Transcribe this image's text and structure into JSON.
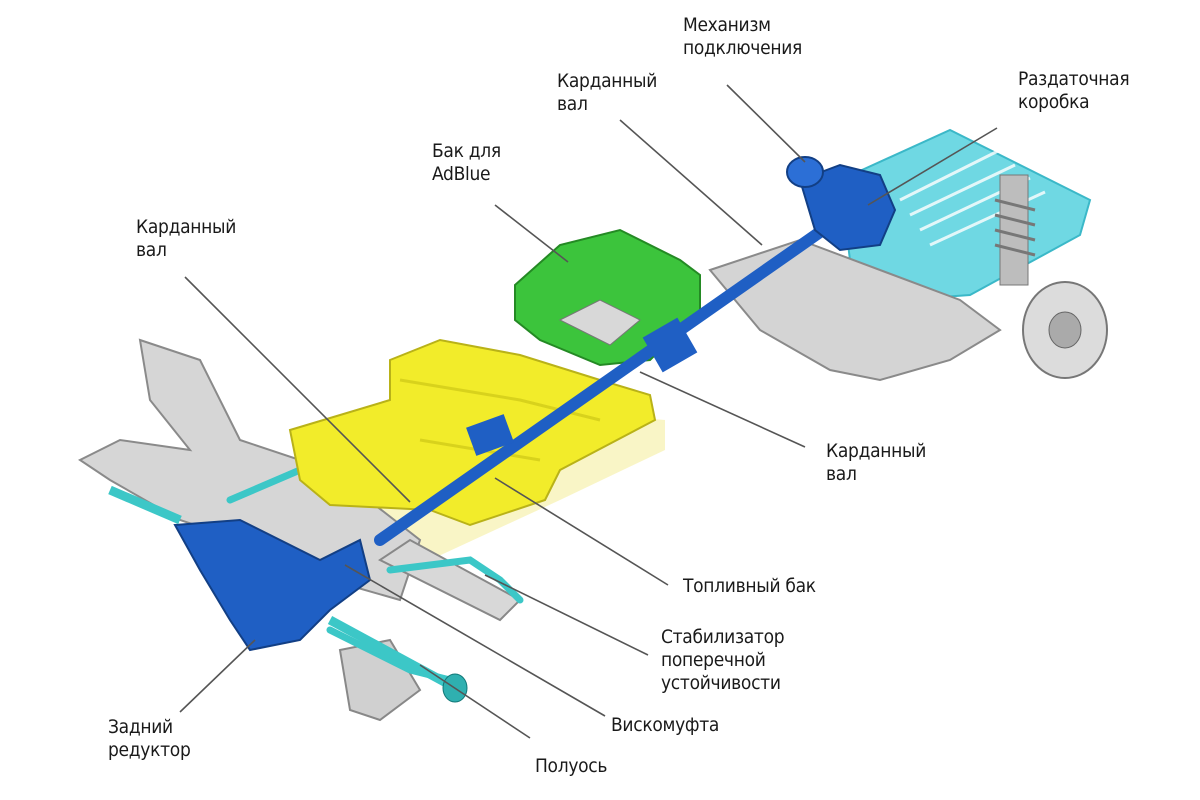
{
  "labels": {
    "engagement_mechanism": "Механизм\nподключения",
    "transfer_case": "Раздаточная\nкоробка",
    "driveshaft_top": "Карданный\nвал",
    "adblue_tank": "Бак для\nAdBlue",
    "driveshaft_left": "Карданный\nвал",
    "driveshaft_right": "Карданный\nвал",
    "fuel_tank": "Топливный бак",
    "stabilizer": "Стабилизатор\nпоперечной\nустойчивости",
    "viscous_coupling": "Вискомуфта",
    "rear_differential": "Задний\nредуктор",
    "half_shaft": "Полуось"
  },
  "colors": {
    "driveline": "#1f5fc4",
    "fuel_tank": "#f2ec2a",
    "adblue_tank": "#3cc43c",
    "underbody_plate": "#5fd3e0",
    "chassis": "#c9c9c9",
    "leader": "#555555"
  }
}
